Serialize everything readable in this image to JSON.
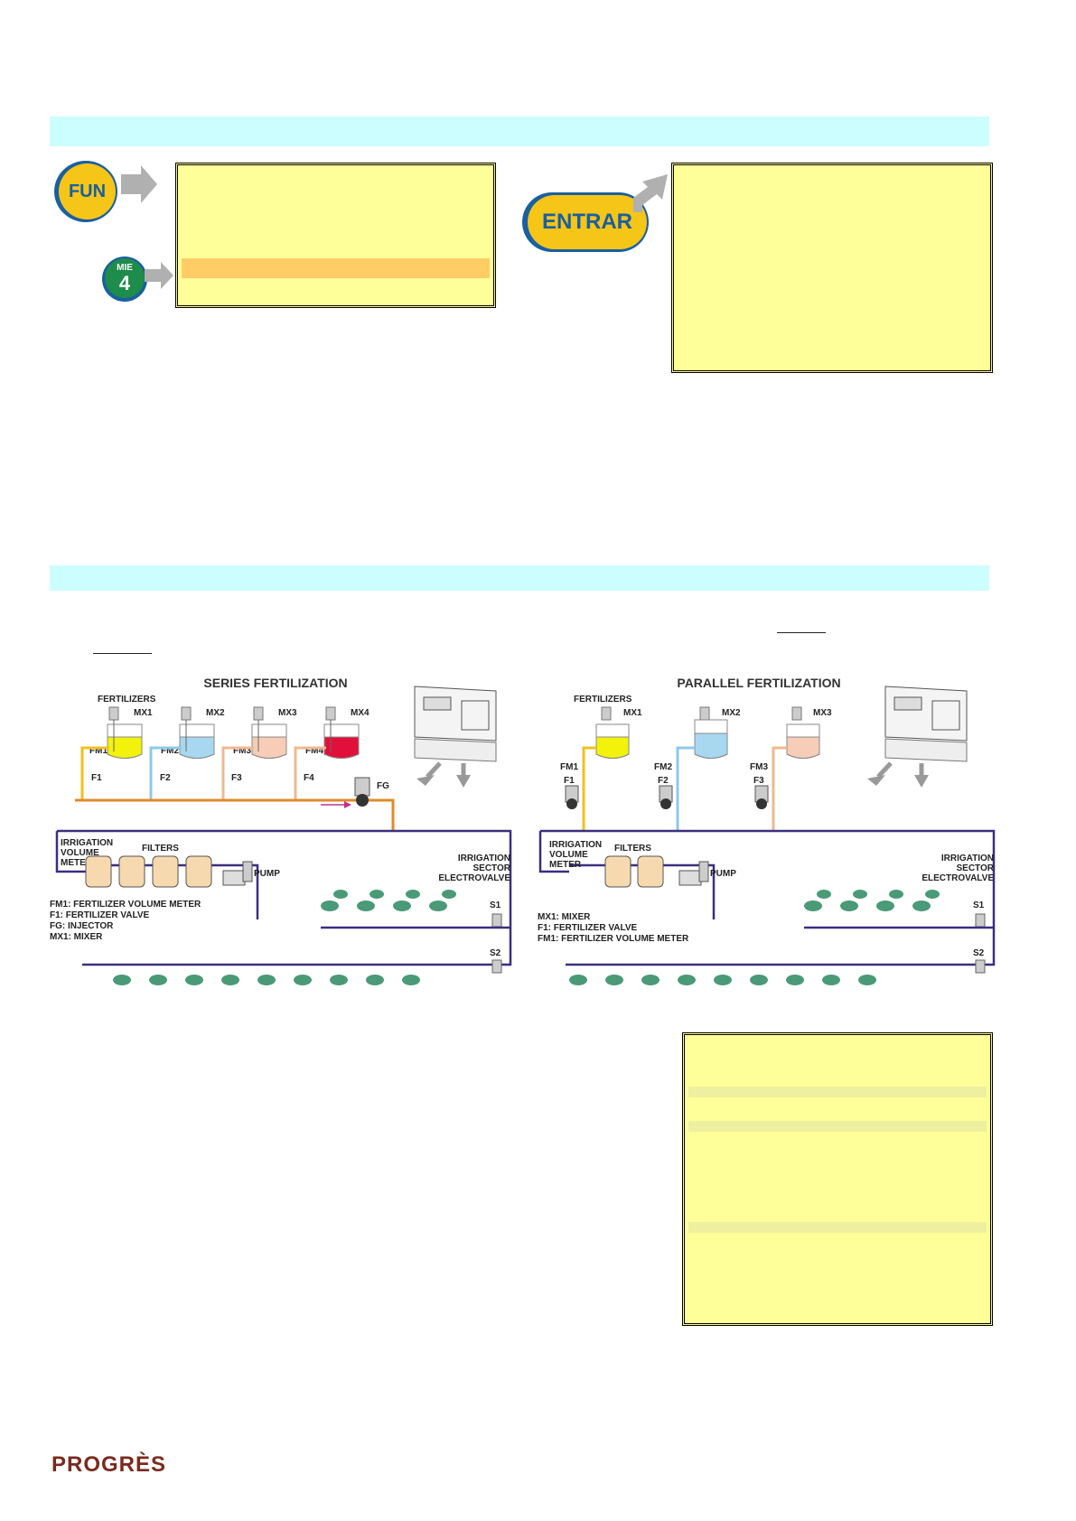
{
  "keys": {
    "fun": "FUN",
    "mie_top": "MIE",
    "mie_num": "4",
    "entrar": "ENTRAR"
  },
  "diagram_series": {
    "title": "SERIES FERTILIZATION",
    "fertilizers": "FERTILIZERS",
    "mixers": [
      "MX1",
      "MX2",
      "MX3",
      "MX4"
    ],
    "meters": [
      "FM1",
      "FM2",
      "FM3",
      "FM4"
    ],
    "valves": [
      "F1",
      "F2",
      "F3",
      "F4"
    ],
    "injector": "FG",
    "irrigation_volume_meter": [
      "IRRIGATION",
      "VOLUME",
      "METER"
    ],
    "filters": "FILTERS",
    "pump": "PUMP",
    "sector": [
      "IRRIGATION",
      "SECTOR",
      "ELECTROVALVE"
    ],
    "s1": "S1",
    "s2": "S2",
    "legend": [
      "FM1: FERTILIZER VOLUME METER",
      "F1: FERTILIZER VALVE",
      "FG: INJECTOR",
      "MX1: MIXER"
    ]
  },
  "diagram_parallel": {
    "title": "PARALLEL FERTILIZATION",
    "fertilizers": "FERTILIZERS",
    "mixers": [
      "MX1",
      "MX2",
      "MX3"
    ],
    "meters": [
      "FM1",
      "FM2",
      "FM3"
    ],
    "valves": [
      "F1",
      "F2",
      "F3"
    ],
    "irrigation_volume_meter": [
      "IRRIGATION",
      "VOLUME",
      "METER"
    ],
    "filters": "FILTERS",
    "pump": "PUMP",
    "sector": [
      "IRRIGATION",
      "SECTOR",
      "ELECTROVALVE"
    ],
    "s1": "S1",
    "s2": "S2",
    "legend": [
      "MX1: MIXER",
      "F1: FERTILIZER VALVE",
      "FM1: FERTILIZER VOLUME METER"
    ]
  },
  "logo": "PROGRÈS",
  "colors": {
    "band": "#ccfdff",
    "lcd": "#ffff99",
    "lcd_highlight": "#ffcc66",
    "pipe_main": "#3a2f80",
    "pipe_fert": "#e08a2a",
    "fun_key": "#f5c518",
    "mie_key": "#1e8c4a",
    "logo": "#7a2b1f"
  }
}
